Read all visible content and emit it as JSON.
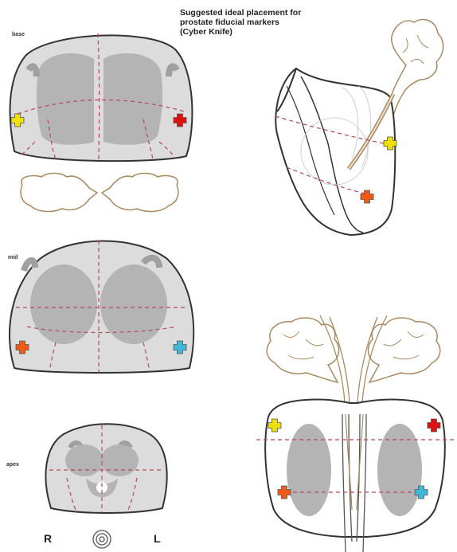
{
  "title": {
    "line1": "Suggested ideal placement for",
    "line2": "prostate fiducial markers",
    "line3": "(Cyber Knife)"
  },
  "section_labels": {
    "base": "base",
    "mid": "mid",
    "apex": "apex"
  },
  "orientation": {
    "right": "R",
    "left": "L"
  },
  "colors": {
    "outline": "#333333",
    "gland_fill": "#dcdcdc",
    "lobe_fill": "#b4b4b4",
    "guide_dash": "#b5485d",
    "seminal_vesicle": "#a88a63",
    "marker_yellow": "#f0e000",
    "marker_red": "#dd1111",
    "marker_orange": "#f05a14",
    "marker_cyan": "#3fb8d8"
  },
  "markers": [
    {
      "view": "base",
      "side": "right",
      "color": "yellow"
    },
    {
      "view": "base",
      "side": "left",
      "color": "red"
    },
    {
      "view": "mid",
      "side": "right",
      "color": "orange"
    },
    {
      "view": "mid",
      "side": "left",
      "color": "cyan"
    },
    {
      "view": "sagittal",
      "position": "upper",
      "color": "yellow"
    },
    {
      "view": "sagittal",
      "position": "lower",
      "color": "orange"
    },
    {
      "view": "coronal",
      "position": "upper-right",
      "color": "yellow"
    },
    {
      "view": "coronal",
      "position": "upper-left",
      "color": "red"
    },
    {
      "view": "coronal",
      "position": "lower-right",
      "color": "orange"
    },
    {
      "view": "coronal",
      "position": "lower-left",
      "color": "cyan"
    }
  ],
  "icons": {
    "urethra_symbol": "concentric-circles-icon"
  }
}
